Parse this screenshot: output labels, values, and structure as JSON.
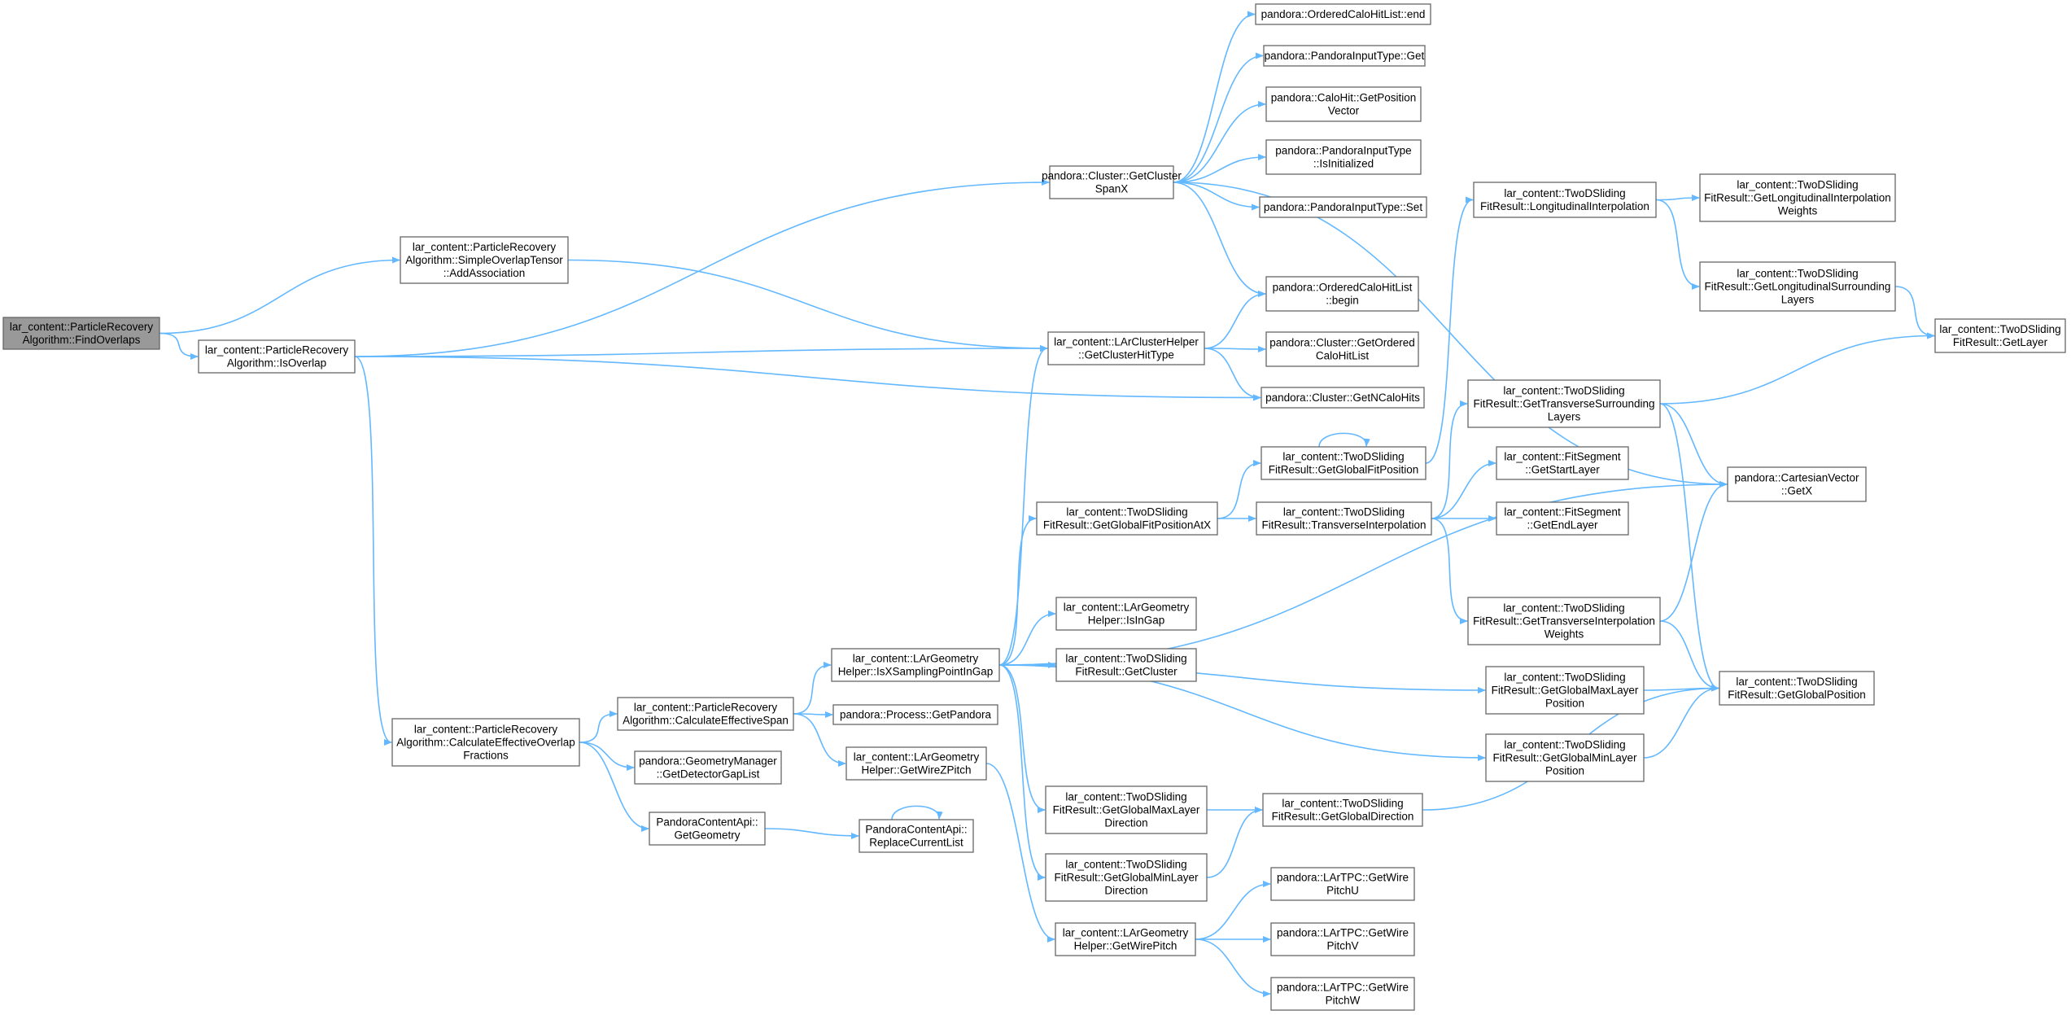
{
  "diagram": {
    "type": "call-graph",
    "nodes": [
      {
        "id": "find_overlaps",
        "root": true,
        "lines": [
          "lar_content::ParticleRecovery",
          "Algorithm::FindOverlaps"
        ]
      },
      {
        "id": "is_overlap",
        "lines": [
          "lar_content::ParticleRecovery",
          "Algorithm::IsOverlap"
        ]
      },
      {
        "id": "add_association",
        "lines": [
          "lar_content::ParticleRecovery",
          "Algorithm::SimpleOverlapTensor",
          "::AddAssociation"
        ]
      },
      {
        "id": "calc_eff_overlap",
        "lines": [
          "lar_content::ParticleRecovery",
          "Algorithm::CalculateEffectiveOverlap",
          "Fractions"
        ]
      },
      {
        "id": "calc_eff_span",
        "lines": [
          "lar_content::ParticleRecovery",
          "Algorithm::CalculateEffectiveSpan"
        ]
      },
      {
        "id": "get_detector_gap_list",
        "lines": [
          "pandora::GeometryManager",
          "::GetDetectorGapList"
        ]
      },
      {
        "id": "get_geometry",
        "lines": [
          "PandoraContentApi::",
          "GetGeometry"
        ]
      },
      {
        "id": "replace_current_list",
        "lines": [
          "PandoraContentApi::",
          "ReplaceCurrentList"
        ]
      },
      {
        "id": "is_x_sampling",
        "lines": [
          "lar_content::LArGeometry",
          "Helper::IsXSamplingPointInGap"
        ]
      },
      {
        "id": "get_pandora",
        "lines": [
          "pandora::Process::GetPandora"
        ]
      },
      {
        "id": "get_wire_z_pitch",
        "lines": [
          "lar_content::LArGeometry",
          "Helper::GetWireZPitch"
        ]
      },
      {
        "id": "get_cluster_span_x",
        "lines": [
          "pandora::Cluster::GetCluster",
          "SpanX"
        ]
      },
      {
        "id": "get_cluster_hit_type",
        "lines": [
          "lar_content::LArClusterHelper",
          "::GetClusterHitType"
        ]
      },
      {
        "id": "get_global_fit_pos_at_x",
        "lines": [
          "lar_content::TwoDSliding",
          "FitResult::GetGlobalFitPositionAtX"
        ]
      },
      {
        "id": "is_in_gap",
        "lines": [
          "lar_content::LArGeometry",
          "Helper::IsInGap"
        ]
      },
      {
        "id": "get_cluster",
        "lines": [
          "lar_content::TwoDSliding",
          "FitResult::GetCluster"
        ]
      },
      {
        "id": "get_global_max_layer_dir",
        "lines": [
          "lar_content::TwoDSliding",
          "FitResult::GetGlobalMaxLayer",
          "Direction"
        ]
      },
      {
        "id": "get_global_min_layer_dir",
        "lines": [
          "lar_content::TwoDSliding",
          "FitResult::GetGlobalMinLayer",
          "Direction"
        ]
      },
      {
        "id": "get_wire_pitch",
        "lines": [
          "lar_content::LArGeometry",
          "Helper::GetWirePitch"
        ]
      },
      {
        "id": "ochl_end",
        "lines": [
          "pandora::OrderedCaloHitList::end"
        ]
      },
      {
        "id": "pit_get",
        "lines": [
          "pandora::PandoraInputType::Get"
        ]
      },
      {
        "id": "calohit_get_pos",
        "lines": [
          "pandora::CaloHit::GetPosition",
          "Vector"
        ]
      },
      {
        "id": "pit_is_init",
        "lines": [
          "pandora::PandoraInputType",
          "::IsInitialized"
        ]
      },
      {
        "id": "pit_set",
        "lines": [
          "pandora::PandoraInputType::Set"
        ]
      },
      {
        "id": "ochl_begin",
        "lines": [
          "pandora::OrderedCaloHitList",
          "::begin"
        ]
      },
      {
        "id": "cluster_get_ochl",
        "lines": [
          "pandora::Cluster::GetOrdered",
          "CaloHitList"
        ]
      },
      {
        "id": "cluster_get_n_calo",
        "lines": [
          "pandora::Cluster::GetNCaloHits"
        ]
      },
      {
        "id": "get_global_fit_position",
        "lines": [
          "lar_content::TwoDSliding",
          "FitResult::GetGlobalFitPosition"
        ]
      },
      {
        "id": "transverse_interp",
        "lines": [
          "lar_content::TwoDSliding",
          "FitResult::TransverseInterpolation"
        ]
      },
      {
        "id": "get_global_direction",
        "lines": [
          "lar_content::TwoDSliding",
          "FitResult::GetGlobalDirection"
        ]
      },
      {
        "id": "lartpc_u",
        "lines": [
          "pandora::LArTPC::GetWire",
          "PitchU"
        ]
      },
      {
        "id": "lartpc_v",
        "lines": [
          "pandora::LArTPC::GetWire",
          "PitchV"
        ]
      },
      {
        "id": "lartpc_w",
        "lines": [
          "pandora::LArTPC::GetWire",
          "PitchW"
        ]
      },
      {
        "id": "longitudinal_interp",
        "lines": [
          "lar_content::TwoDSliding",
          "FitResult::LongitudinalInterpolation"
        ]
      },
      {
        "id": "get_transverse_surr",
        "lines": [
          "lar_content::TwoDSliding",
          "FitResult::GetTransverseSurrounding",
          "Layers"
        ]
      },
      {
        "id": "fitseg_start",
        "lines": [
          "lar_content::FitSegment",
          "::GetStartLayer"
        ]
      },
      {
        "id": "fitseg_end",
        "lines": [
          "lar_content::FitSegment",
          "::GetEndLayer"
        ]
      },
      {
        "id": "get_transverse_interp_w",
        "lines": [
          "lar_content::TwoDSliding",
          "FitResult::GetTransverseInterpolation",
          "Weights"
        ]
      },
      {
        "id": "get_global_max_layer_pos",
        "lines": [
          "lar_content::TwoDSliding",
          "FitResult::GetGlobalMaxLayer",
          "Position"
        ]
      },
      {
        "id": "get_global_min_layer_pos",
        "lines": [
          "lar_content::TwoDSliding",
          "FitResult::GetGlobalMinLayer",
          "Position"
        ]
      },
      {
        "id": "get_longitudinal_interp_w",
        "lines": [
          "lar_content::TwoDSliding",
          "FitResult::GetLongitudinalInterpolation",
          "Weights"
        ]
      },
      {
        "id": "get_longitudinal_surr",
        "lines": [
          "lar_content::TwoDSliding",
          "FitResult::GetLongitudinalSurrounding",
          "Layers"
        ]
      },
      {
        "id": "cartesian_get_x",
        "lines": [
          "pandora::CartesianVector",
          "::GetX"
        ]
      },
      {
        "id": "get_global_position",
        "lines": [
          "lar_content::TwoDSliding",
          "FitResult::GetGlobalPosition"
        ]
      },
      {
        "id": "get_layer",
        "lines": [
          "lar_content::TwoDSliding",
          "FitResult::GetLayer"
        ]
      }
    ],
    "edges": [
      [
        "find_overlaps",
        "add_association"
      ],
      [
        "find_overlaps",
        "is_overlap"
      ],
      [
        "add_association",
        "get_cluster_hit_type"
      ],
      [
        "is_overlap",
        "get_cluster_span_x"
      ],
      [
        "is_overlap",
        "get_cluster_hit_type"
      ],
      [
        "is_overlap",
        "cluster_get_n_calo"
      ],
      [
        "is_overlap",
        "calc_eff_overlap"
      ],
      [
        "calc_eff_overlap",
        "calc_eff_span"
      ],
      [
        "calc_eff_overlap",
        "get_detector_gap_list"
      ],
      [
        "calc_eff_overlap",
        "get_geometry"
      ],
      [
        "get_geometry",
        "replace_current_list"
      ],
      [
        "replace_current_list",
        "replace_current_list"
      ],
      [
        "calc_eff_span",
        "is_x_sampling"
      ],
      [
        "calc_eff_span",
        "get_pandora"
      ],
      [
        "calc_eff_span",
        "get_wire_z_pitch"
      ],
      [
        "get_wire_z_pitch",
        "get_wire_pitch"
      ],
      [
        "is_x_sampling",
        "get_cluster_hit_type"
      ],
      [
        "is_x_sampling",
        "get_global_fit_pos_at_x"
      ],
      [
        "is_x_sampling",
        "cartesian_get_x"
      ],
      [
        "is_x_sampling",
        "is_in_gap"
      ],
      [
        "is_x_sampling",
        "get_cluster"
      ],
      [
        "is_x_sampling",
        "get_global_max_layer_pos"
      ],
      [
        "is_x_sampling",
        "get_global_min_layer_pos"
      ],
      [
        "is_x_sampling",
        "get_global_max_layer_dir"
      ],
      [
        "is_x_sampling",
        "get_global_min_layer_dir"
      ],
      [
        "get_cluster_span_x",
        "ochl_end"
      ],
      [
        "get_cluster_span_x",
        "pit_get"
      ],
      [
        "get_cluster_span_x",
        "calohit_get_pos"
      ],
      [
        "get_cluster_span_x",
        "pit_is_init"
      ],
      [
        "get_cluster_span_x",
        "pit_set"
      ],
      [
        "get_cluster_span_x",
        "ochl_begin"
      ],
      [
        "get_cluster_span_x",
        "cartesian_get_x"
      ],
      [
        "get_cluster_hit_type",
        "ochl_begin"
      ],
      [
        "get_cluster_hit_type",
        "cluster_get_ochl"
      ],
      [
        "get_cluster_hit_type",
        "cluster_get_n_calo"
      ],
      [
        "get_global_fit_pos_at_x",
        "get_global_fit_position"
      ],
      [
        "get_global_fit_pos_at_x",
        "transverse_interp"
      ],
      [
        "get_global_fit_position",
        "get_global_fit_position"
      ],
      [
        "get_global_fit_position",
        "longitudinal_interp"
      ],
      [
        "transverse_interp",
        "get_transverse_surr"
      ],
      [
        "transverse_interp",
        "fitseg_start"
      ],
      [
        "transverse_interp",
        "fitseg_end"
      ],
      [
        "transverse_interp",
        "get_transverse_interp_w"
      ],
      [
        "longitudinal_interp",
        "get_longitudinal_interp_w"
      ],
      [
        "longitudinal_interp",
        "get_longitudinal_surr"
      ],
      [
        "get_longitudinal_surr",
        "get_layer"
      ],
      [
        "get_transverse_surr",
        "get_layer"
      ],
      [
        "get_transverse_surr",
        "cartesian_get_x"
      ],
      [
        "get_transverse_surr",
        "get_global_position"
      ],
      [
        "get_transverse_interp_w",
        "cartesian_get_x"
      ],
      [
        "get_transverse_interp_w",
        "get_global_position"
      ],
      [
        "get_global_max_layer_pos",
        "get_global_position"
      ],
      [
        "get_global_min_layer_pos",
        "get_global_position"
      ],
      [
        "get_global_max_layer_dir",
        "get_global_direction"
      ],
      [
        "get_global_min_layer_dir",
        "get_global_direction"
      ],
      [
        "get_global_direction",
        "get_global_position"
      ],
      [
        "get_wire_pitch",
        "lartpc_u"
      ],
      [
        "get_wire_pitch",
        "lartpc_v"
      ],
      [
        "get_wire_pitch",
        "lartpc_w"
      ]
    ],
    "colors": {
      "edge": "#63b8ff",
      "node_border": "#666666",
      "node_fill": "#ffffff",
      "root_fill": "#999999",
      "text": "#000000",
      "background": "#ffffff"
    }
  }
}
